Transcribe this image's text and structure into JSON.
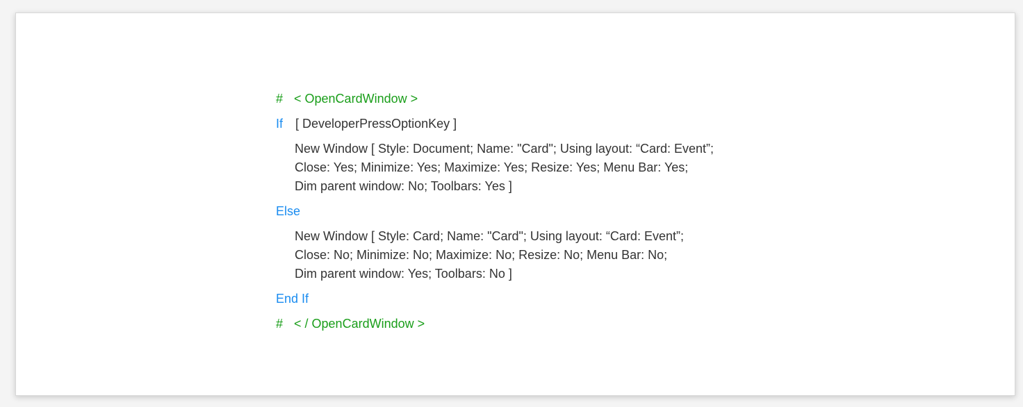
{
  "script": {
    "open_comment": {
      "hash": "#",
      "text": "< OpenCardWindow >"
    },
    "if": {
      "keyword": "If",
      "condition": "[ DeveloperPressOptionKey ]"
    },
    "if_body": [
      "New Window [ Style: Document; Name: \"Card\"; Using layout: “Card: Event”;",
      "Close: Yes; Minimize: Yes; Maximize: Yes; Resize: Yes; Menu Bar: Yes;",
      "Dim parent window: No; Toolbars: Yes ]"
    ],
    "else": {
      "keyword": "Else"
    },
    "else_body": [
      "New Window [ Style: Card; Name: \"Card\"; Using layout: “Card: Event”;",
      "Close: No; Minimize: No; Maximize: No; Resize: No; Menu Bar: No;",
      "Dim parent window: Yes; Toolbars: No ]"
    ],
    "end_if": {
      "keyword": "End If"
    },
    "close_comment": {
      "hash": "#",
      "text": "< / OpenCardWindow >"
    }
  },
  "colors": {
    "keyword": "#1a8cf0",
    "comment": "#1a9e1a",
    "text": "#333333"
  }
}
